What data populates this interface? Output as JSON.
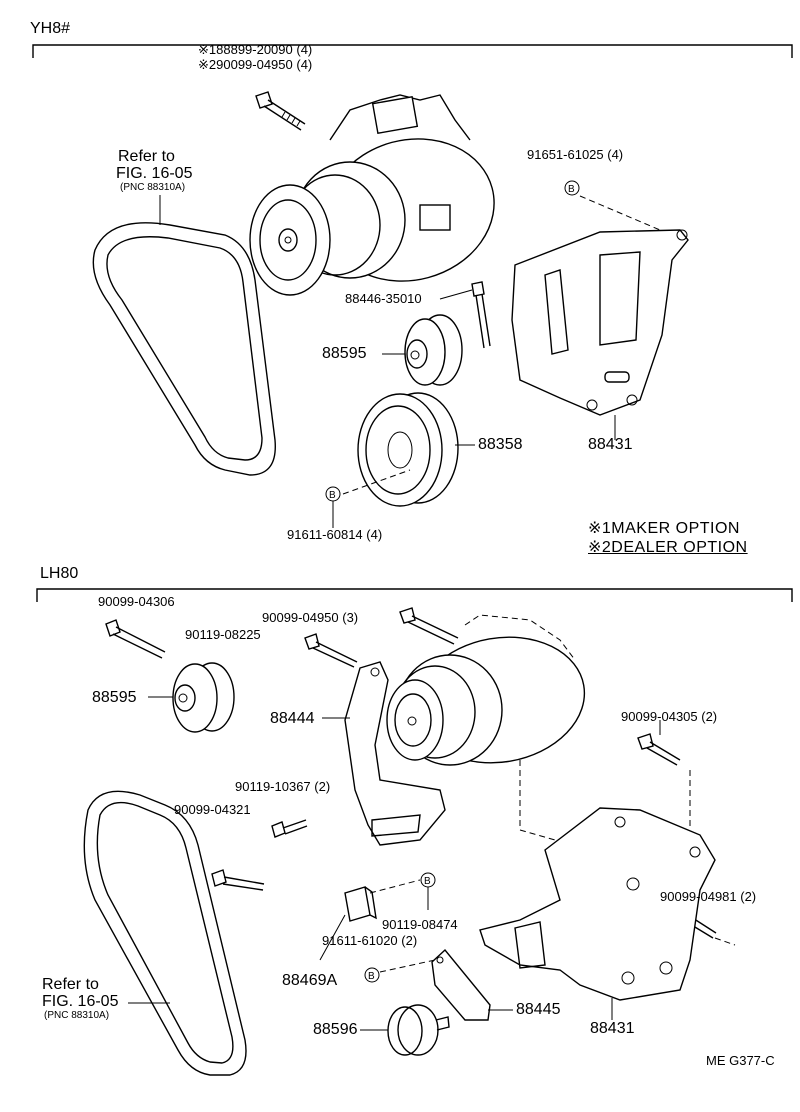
{
  "sections": {
    "top": "YH8#",
    "bottom": "LH80"
  },
  "figure_code": "ME  G377-C",
  "legend": {
    "maker": "※1MAKER  OPTION",
    "dealer": "※2DEALER  OPTION"
  },
  "top_labels": {
    "bolt_1": "※188899-20090 (4)",
    "bolt_2": "※290099-04950 (4)",
    "refer_to": "Refer to",
    "fig": "FIG. 16-05",
    "pnc": "(PNC 88310A)",
    "nut_bracket": "91651-61025 (4)",
    "bolt_idler": "88446-35010",
    "idler": "88595",
    "pulley": "88358",
    "bracket": "88431",
    "pulley_bolt": "91611-60814 (4)"
  },
  "bottom_labels": {
    "bolt_a": "90099-04306",
    "bolt_b": "90099-04950 (3)",
    "bolt_c": "90119-08225",
    "idler": "88595",
    "adjust_bar": "88444",
    "bolt_d": "90099-04305 (2)",
    "bolt_e": "90119-10367 (2)",
    "bolt_f": "90099-04321",
    "refer_to": "Refer to",
    "fig": "FIG. 16-05",
    "pnc": "(PNC 88310A)",
    "nut_a": "90119-08474",
    "bolt_g": "90099-04981 (2)",
    "bolt_h": "91611-61020 (2)",
    "block": "88469A",
    "bracket_small": "88445",
    "idler_small": "88596",
    "bracket": "88431"
  },
  "icons": {
    "bolt": "bolt-icon",
    "nut_marker": "b-circle-icon",
    "belt": "v-belt-icon",
    "compressor": "ac-compressor-icon",
    "pulley": "pulley-icon",
    "bracket": "bracket-icon"
  }
}
